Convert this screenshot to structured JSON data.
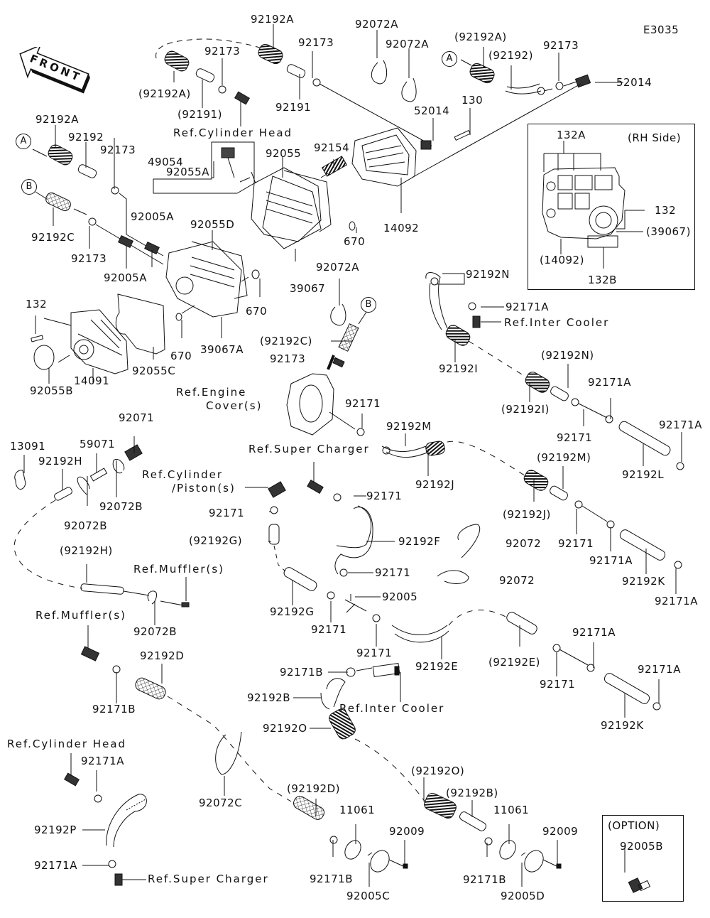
{
  "diagram": {
    "code": "E3035",
    "front_label": "FRONT",
    "callouts": {
      "A": "A",
      "B": "B"
    },
    "inset_rh": {
      "title": "(RH Side)",
      "labels": [
        "132A",
        "132",
        "(39067)",
        "(14092)",
        "132B"
      ]
    },
    "inset_option": {
      "title": "(OPTION)",
      "labels": [
        "92005B"
      ]
    },
    "refs": {
      "cyl_head_top": "Ref.Cylinder Head",
      "inter_cooler_1": "Ref.Inter Cooler",
      "engine_cover_1": "Ref.Engine",
      "engine_cover_2": "Cover(s)",
      "super_charger_1": "Ref.Super Charger",
      "cyl_piston_1": "Ref.Cylinder",
      "cyl_piston_2": "/Piston(s)",
      "muffler_1": "Ref.Muffler(s)",
      "muffler_2": "Ref.Muffler(s)",
      "inter_cooler_2": "Ref.Inter Cooler",
      "cyl_head_bottom": "Ref.Cylinder Head",
      "super_charger_2": "Ref.Super Charger"
    },
    "parts": [
      {
        "id": "p1",
        "label": "92192A"
      },
      {
        "id": "p2",
        "label": "92173"
      },
      {
        "id": "p3",
        "label": "(92192A)"
      },
      {
        "id": "p4",
        "label": "(92191)"
      },
      {
        "id": "p5",
        "label": "92173"
      },
      {
        "id": "p6",
        "label": "92191"
      },
      {
        "id": "p7",
        "label": "92072A"
      },
      {
        "id": "p8",
        "label": "92072A"
      },
      {
        "id": "p9",
        "label": "(92192A)"
      },
      {
        "id": "p10",
        "label": "(92192)"
      },
      {
        "id": "p11",
        "label": "92173"
      },
      {
        "id": "p12",
        "label": "52014"
      },
      {
        "id": "p13",
        "label": "52014"
      },
      {
        "id": "p14",
        "label": "130"
      },
      {
        "id": "p15",
        "label": "92192A"
      },
      {
        "id": "p16",
        "label": "92192"
      },
      {
        "id": "p17",
        "label": "92173"
      },
      {
        "id": "p18",
        "label": "49054"
      },
      {
        "id": "p19",
        "label": "92055A"
      },
      {
        "id": "p20",
        "label": "92055"
      },
      {
        "id": "p21",
        "label": "92154"
      },
      {
        "id": "p22",
        "label": "14092"
      },
      {
        "id": "p23",
        "label": "670"
      },
      {
        "id": "p24",
        "label": "92192C"
      },
      {
        "id": "p25",
        "label": "92173"
      },
      {
        "id": "p26",
        "label": "92005A"
      },
      {
        "id": "p27",
        "label": "92005A"
      },
      {
        "id": "p28",
        "label": "92055D"
      },
      {
        "id": "p29",
        "label": "39067"
      },
      {
        "id": "p30",
        "label": "670"
      },
      {
        "id": "p31",
        "label": "92072A"
      },
      {
        "id": "p32",
        "label": "132"
      },
      {
        "id": "p33",
        "label": "670"
      },
      {
        "id": "p34",
        "label": "39067A"
      },
      {
        "id": "p35",
        "label": "92055C"
      },
      {
        "id": "p36",
        "label": "14091"
      },
      {
        "id": "p37",
        "label": "92055B"
      },
      {
        "id": "p38",
        "label": "(92192C)"
      },
      {
        "id": "p39",
        "label": "92173"
      },
      {
        "id": "p40",
        "label": "92192N"
      },
      {
        "id": "p41",
        "label": "92171A"
      },
      {
        "id": "p42",
        "label": "92192I"
      },
      {
        "id": "p43",
        "label": "(92192N)"
      },
      {
        "id": "p44",
        "label": "(92192I)"
      },
      {
        "id": "p45",
        "label": "92171A"
      },
      {
        "id": "p46",
        "label": "92171"
      },
      {
        "id": "p47",
        "label": "92171A"
      },
      {
        "id": "p48",
        "label": "92192L"
      },
      {
        "id": "p49",
        "label": "92171"
      },
      {
        "id": "p50",
        "label": "92192M"
      },
      {
        "id": "p51",
        "label": "92192J"
      },
      {
        "id": "p52",
        "label": "(92192M)"
      },
      {
        "id": "p53",
        "label": "(92192J)"
      },
      {
        "id": "p54",
        "label": "92171"
      },
      {
        "id": "p55",
        "label": "92171A"
      },
      {
        "id": "p56",
        "label": "92192K"
      },
      {
        "id": "p57",
        "label": "92171A"
      },
      {
        "id": "p58",
        "label": "92072"
      },
      {
        "id": "p59",
        "label": "92072"
      },
      {
        "id": "p60",
        "label": "13091"
      },
      {
        "id": "p61",
        "label": "92192H"
      },
      {
        "id": "p62",
        "label": "59071"
      },
      {
        "id": "p63",
        "label": "92071"
      },
      {
        "id": "p64",
        "label": "92072B"
      },
      {
        "id": "p65",
        "label": "92072B"
      },
      {
        "id": "p66",
        "label": "92171"
      },
      {
        "id": "p67",
        "label": "(92192G)"
      },
      {
        "id": "p68",
        "label": "92171"
      },
      {
        "id": "p69",
        "label": "92192F"
      },
      {
        "id": "p70",
        "label": "92171"
      },
      {
        "id": "p71",
        "label": "92005"
      },
      {
        "id": "p72",
        "label": "(92192H)"
      },
      {
        "id": "p73",
        "label": "92072B"
      },
      {
        "id": "p74",
        "label": "92192G"
      },
      {
        "id": "p75",
        "label": "92171"
      },
      {
        "id": "p76",
        "label": "92171"
      },
      {
        "id": "p77",
        "label": "92192E"
      },
      {
        "id": "p78",
        "label": "(92192E)"
      },
      {
        "id": "p79",
        "label": "92171"
      },
      {
        "id": "p80",
        "label": "92171A"
      },
      {
        "id": "p81",
        "label": "92171A"
      },
      {
        "id": "p82",
        "label": "92192K"
      },
      {
        "id": "p83",
        "label": "92171B"
      },
      {
        "id": "p84",
        "label": "92192D"
      },
      {
        "id": "p85",
        "label": "92171B"
      },
      {
        "id": "p86",
        "label": "92192B"
      },
      {
        "id": "p87",
        "label": "92192O"
      },
      {
        "id": "p88",
        "label": "92171A"
      },
      {
        "id": "p89",
        "label": "92072C"
      },
      {
        "id": "p90",
        "label": "92192P"
      },
      {
        "id": "p91",
        "label": "92171A"
      },
      {
        "id": "p92",
        "label": "(92192D)"
      },
      {
        "id": "p93",
        "label": "11061"
      },
      {
        "id": "p94",
        "label": "92009"
      },
      {
        "id": "p95",
        "label": "92171B"
      },
      {
        "id": "p96",
        "label": "92005C"
      },
      {
        "id": "p97",
        "label": "(92192O)"
      },
      {
        "id": "p98",
        "label": "(92192B)"
      },
      {
        "id": "p99",
        "label": "11061"
      },
      {
        "id": "p100",
        "label": "92009"
      },
      {
        "id": "p101",
        "label": "92171B"
      },
      {
        "id": "p102",
        "label": "92005D"
      }
    ]
  }
}
